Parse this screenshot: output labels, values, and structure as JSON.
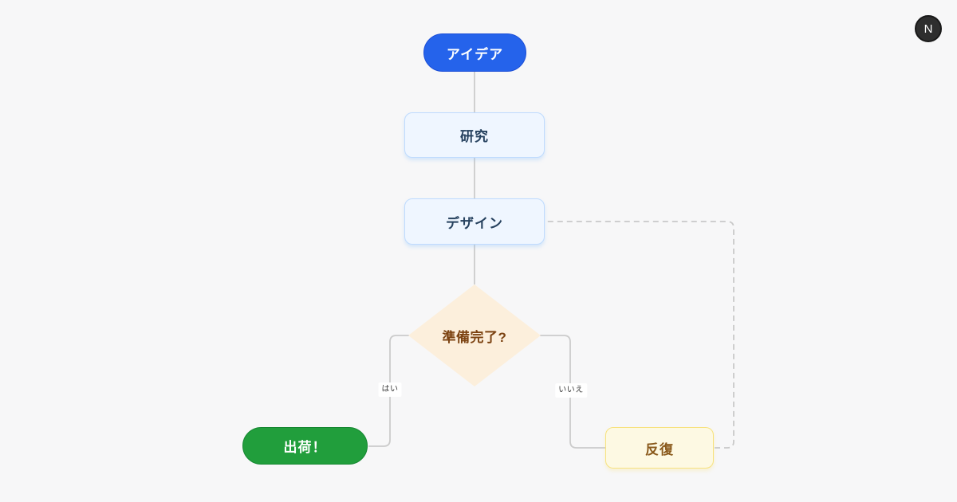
{
  "page": {
    "background": "#f7f7f8"
  },
  "avatar": {
    "letter": "N",
    "background": "#2e2e2e"
  },
  "flowchart": {
    "nodes": [
      {
        "id": "idea",
        "label": "アイデア",
        "shape": "pill",
        "fill": "#2563eb",
        "border": "#1d4fd7",
        "text_color": "#ffffff"
      },
      {
        "id": "research",
        "label": "研究",
        "shape": "rect",
        "fill": "#eff6ff",
        "border": "#bfdbfe",
        "text_color": "#27425f"
      },
      {
        "id": "design",
        "label": "デザイン",
        "shape": "rect",
        "fill": "#eff6ff",
        "border": "#bfdbfe",
        "text_color": "#27425f"
      },
      {
        "id": "ready",
        "label": "準備完了?",
        "shape": "diamond",
        "fill": "#fcefdc",
        "border": "",
        "text_color": "#7c4312"
      },
      {
        "id": "ship",
        "label": "出荷！",
        "shape": "pill",
        "fill": "#219e3c",
        "border": "#158731",
        "text_color": "#ffffff"
      },
      {
        "id": "iterate",
        "label": "反復",
        "shape": "rect",
        "fill": "#fdf9e3",
        "border": "#f7e27f",
        "text_color": "#8a5a1c"
      }
    ],
    "edges": [
      {
        "from": "idea",
        "to": "research",
        "style": "solid",
        "label": ""
      },
      {
        "from": "research",
        "to": "design",
        "style": "solid",
        "label": ""
      },
      {
        "from": "design",
        "to": "ready",
        "style": "solid",
        "label": ""
      },
      {
        "from": "ready",
        "to": "ship",
        "style": "solid",
        "label": "はい"
      },
      {
        "from": "ready",
        "to": "iterate",
        "style": "solid",
        "label": "いいえ"
      },
      {
        "from": "iterate",
        "to": "design",
        "style": "dashed",
        "label": ""
      }
    ],
    "edge_color": "#cbcbcb"
  }
}
